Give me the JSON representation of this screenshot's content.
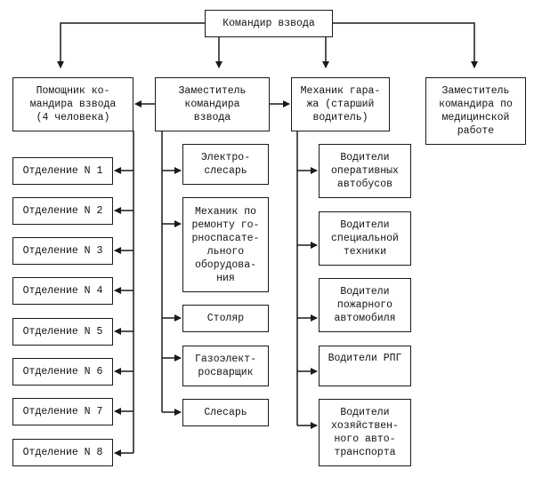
{
  "diagram": {
    "type": "org-chart",
    "root": {
      "id": "commander",
      "label": "Командир взвода"
    },
    "level1": [
      {
        "id": "assistant",
        "label": "Помощник ко-\nмандира взвода\n(4 человека)"
      },
      {
        "id": "deputy",
        "label": "Заместитель\nкомандира\nвзвода"
      },
      {
        "id": "mechanic",
        "label": "Механик гара-\nжа (старший\nводитель)"
      },
      {
        "id": "medical",
        "label": "Заместитель\nкомандира по\nмедицинской\nработе"
      }
    ],
    "assistant_children": [
      {
        "id": "dept1",
        "label": "Отделение N 1"
      },
      {
        "id": "dept2",
        "label": "Отделение N 2"
      },
      {
        "id": "dept3",
        "label": "Отделение N 3"
      },
      {
        "id": "dept4",
        "label": "Отделение N 4"
      },
      {
        "id": "dept5",
        "label": "Отделение N 5"
      },
      {
        "id": "dept6",
        "label": "Отделение N 6"
      },
      {
        "id": "dept7",
        "label": "Отделение N 7"
      },
      {
        "id": "dept8",
        "label": "Отделение N 8"
      }
    ],
    "deputy_children": [
      {
        "id": "electrician",
        "label": "Электро-\nслесарь"
      },
      {
        "id": "rescue-mechanic",
        "label": "Механик по\nремонту го-\nрноспасате-\nльного\nоборудова-\nния"
      },
      {
        "id": "carpenter",
        "label": "Столяр"
      },
      {
        "id": "welder",
        "label": "Газоэлект-\nросварщик"
      },
      {
        "id": "fitter",
        "label": "Слесарь"
      }
    ],
    "mechanic_children": [
      {
        "id": "bus-drivers",
        "label": "Водители\nоперативных\nавтобусов"
      },
      {
        "id": "special-drivers",
        "label": "Водители\nспециальной\nтехники"
      },
      {
        "id": "fire-drivers",
        "label": "Водители\nпожарного\nавтомобиля"
      },
      {
        "id": "rpg-drivers",
        "label": "Водители РПГ"
      },
      {
        "id": "transport-drivers",
        "label": "Водители\nхозяйствен-\nного авто-\nтранспорта"
      }
    ],
    "colors": {
      "line": "#1a1a1a",
      "box_border": "#1a1a1a",
      "background": "#ffffff",
      "text": "#111111"
    }
  }
}
